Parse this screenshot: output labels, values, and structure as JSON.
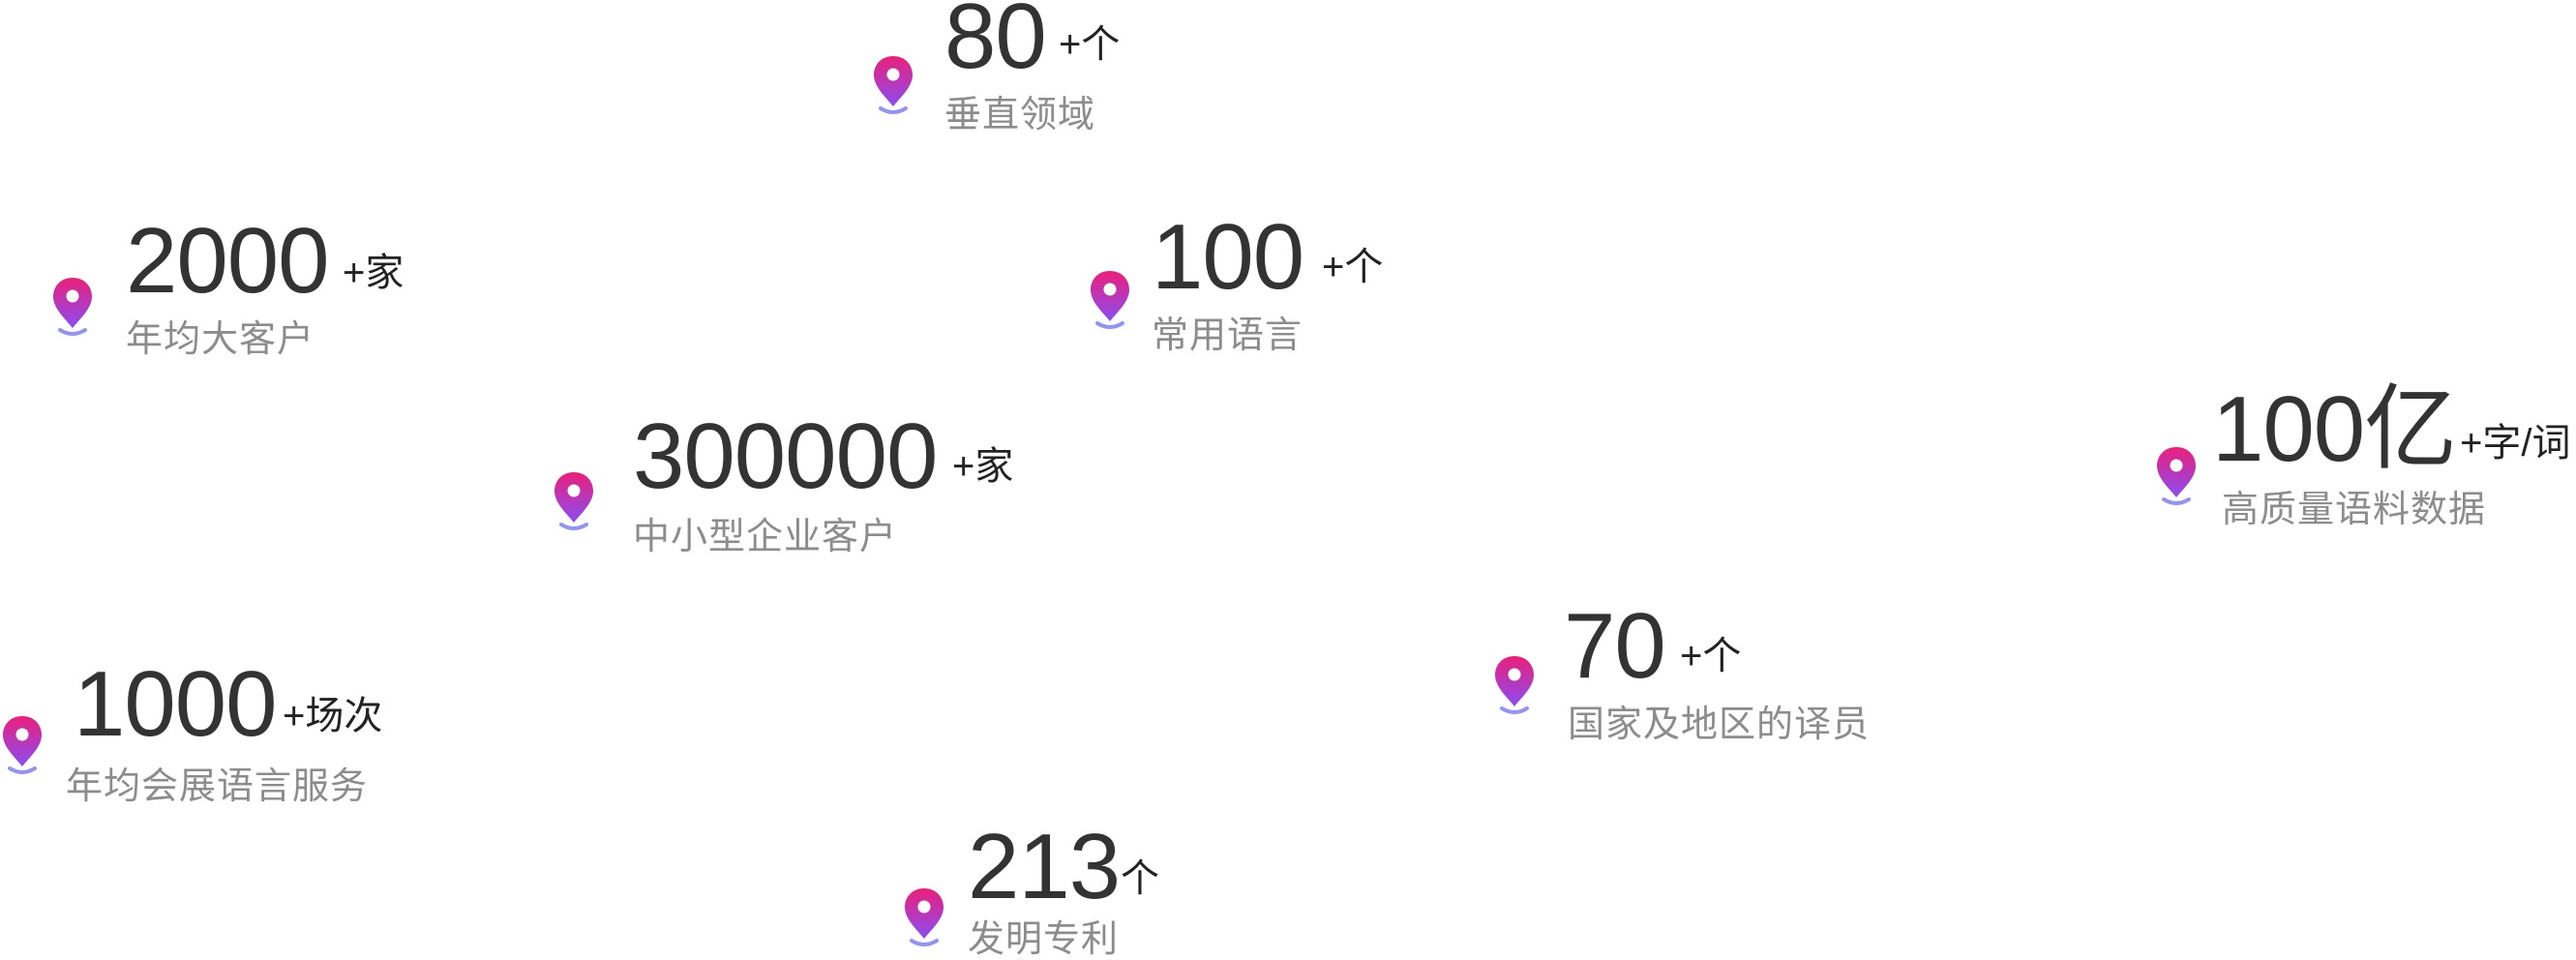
{
  "colors": {
    "pin_top": "#ec1f7a",
    "pin_bottom": "#8a4cf4",
    "pin_shadow": "#6f6ff2",
    "number": "#333333",
    "suffix": "#222222",
    "label": "#8c8c8c"
  },
  "icon": "location-pin-icon",
  "stats": {
    "vertical_domains": {
      "number": "80",
      "suffix": "+个",
      "label": "垂直领域"
    },
    "annual_major_clients": {
      "number": "2000",
      "suffix": "+家",
      "label": "年均大客户"
    },
    "common_languages": {
      "number": "100",
      "suffix": "+个",
      "label": "常用语言"
    },
    "sme_clients": {
      "number": "300000",
      "suffix": "+家",
      "label": "中小型企业客户"
    },
    "corpus_data": {
      "number": "100亿",
      "suffix": "+字/词",
      "label": "高质量语料数据"
    },
    "exhibition_services": {
      "number": "1000",
      "suffix": "+场次",
      "label": "年均会展语言服务"
    },
    "translators_countries": {
      "number": "70",
      "suffix": "+个",
      "label": "国家及地区的译员"
    },
    "patents": {
      "number": "213",
      "suffix": "个",
      "label": "发明专利"
    }
  }
}
